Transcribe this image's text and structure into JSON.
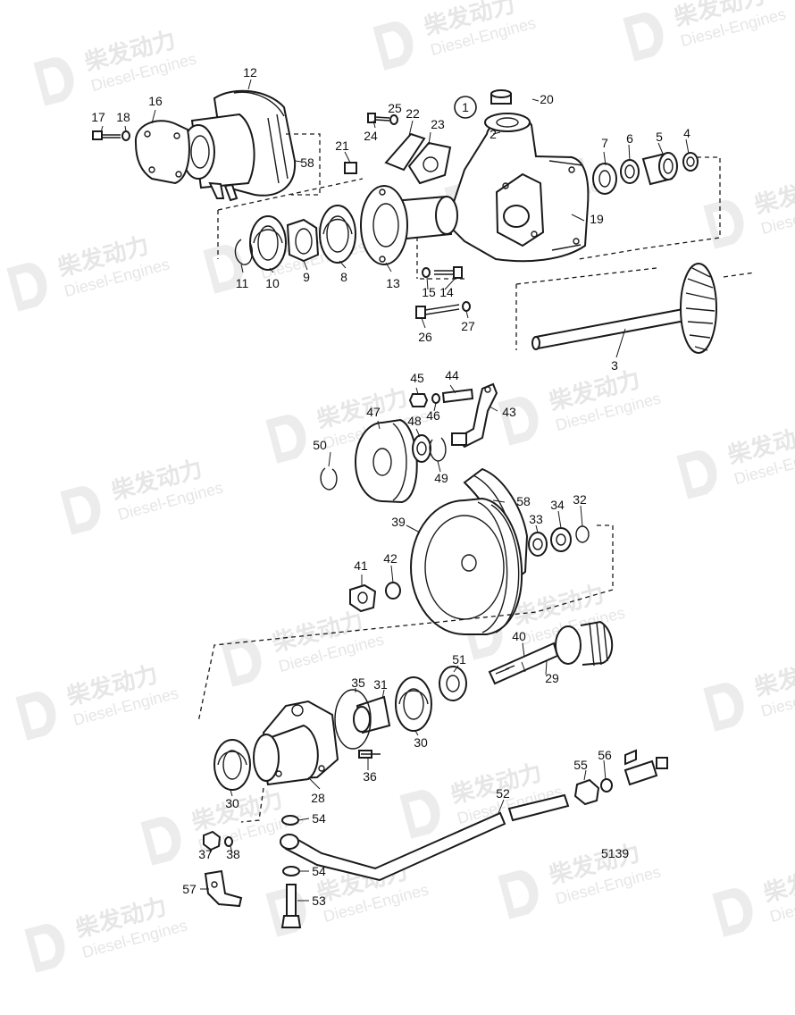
{
  "watermark": {
    "brand": "柴发动力",
    "sub": "Diesel-Engines"
  },
  "circled_group": "1",
  "drawing_number": "5139",
  "callouts": [
    {
      "id": "c1",
      "text": "1"
    },
    {
      "id": "c2",
      "text": "2"
    },
    {
      "id": "c3",
      "text": "3"
    },
    {
      "id": "c4",
      "text": "4"
    },
    {
      "id": "c5",
      "text": "5"
    },
    {
      "id": "c6",
      "text": "6"
    },
    {
      "id": "c7",
      "text": "7"
    },
    {
      "id": "c8",
      "text": "8"
    },
    {
      "id": "c9",
      "text": "9"
    },
    {
      "id": "c10",
      "text": "10"
    },
    {
      "id": "c11",
      "text": "11"
    },
    {
      "id": "c12",
      "text": "12"
    },
    {
      "id": "c13",
      "text": "13"
    },
    {
      "id": "c14",
      "text": "14"
    },
    {
      "id": "c15",
      "text": "15"
    },
    {
      "id": "c16",
      "text": "16"
    },
    {
      "id": "c17",
      "text": "17"
    },
    {
      "id": "c18",
      "text": "18"
    },
    {
      "id": "c19",
      "text": "19"
    },
    {
      "id": "c20",
      "text": "20"
    },
    {
      "id": "c21",
      "text": "21"
    },
    {
      "id": "c22",
      "text": "22"
    },
    {
      "id": "c23",
      "text": "23"
    },
    {
      "id": "c24",
      "text": "24"
    },
    {
      "id": "c25",
      "text": "25"
    },
    {
      "id": "c26",
      "text": "26"
    },
    {
      "id": "c27",
      "text": "27"
    },
    {
      "id": "c28",
      "text": "28"
    },
    {
      "id": "c29",
      "text": "29"
    },
    {
      "id": "c30a",
      "text": "30"
    },
    {
      "id": "c30b",
      "text": "30"
    },
    {
      "id": "c31",
      "text": "31"
    },
    {
      "id": "c32",
      "text": "32"
    },
    {
      "id": "c33",
      "text": "33"
    },
    {
      "id": "c34",
      "text": "34"
    },
    {
      "id": "c35",
      "text": "35"
    },
    {
      "id": "c36",
      "text": "36"
    },
    {
      "id": "c37",
      "text": "37"
    },
    {
      "id": "c38",
      "text": "38"
    },
    {
      "id": "c39",
      "text": "39"
    },
    {
      "id": "c40",
      "text": "40"
    },
    {
      "id": "c41",
      "text": "41"
    },
    {
      "id": "c42",
      "text": "42"
    },
    {
      "id": "c43",
      "text": "43"
    },
    {
      "id": "c44",
      "text": "44"
    },
    {
      "id": "c45",
      "text": "45"
    },
    {
      "id": "c46",
      "text": "46"
    },
    {
      "id": "c47",
      "text": "47"
    },
    {
      "id": "c48",
      "text": "48"
    },
    {
      "id": "c49",
      "text": "49"
    },
    {
      "id": "c50",
      "text": "50"
    },
    {
      "id": "c51",
      "text": "51"
    },
    {
      "id": "c52",
      "text": "52"
    },
    {
      "id": "c53",
      "text": "53"
    },
    {
      "id": "c54a",
      "text": "54"
    },
    {
      "id": "c54b",
      "text": "54"
    },
    {
      "id": "c55",
      "text": "55"
    },
    {
      "id": "c56",
      "text": "56"
    },
    {
      "id": "c57",
      "text": "57"
    },
    {
      "id": "c58a",
      "text": "58"
    },
    {
      "id": "c58b",
      "text": "58"
    }
  ]
}
